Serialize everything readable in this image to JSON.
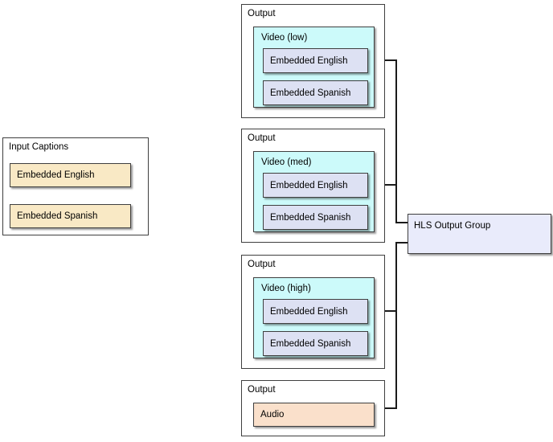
{
  "input_group": {
    "title": "Input Captions",
    "items": [
      "Embedded English",
      "Embedded Spanish"
    ]
  },
  "outputs": [
    {
      "title": "Output",
      "video_label": "Video (low)",
      "captions": [
        "Embedded English",
        "Embedded Spanish"
      ]
    },
    {
      "title": "Output",
      "video_label": "Video (med)",
      "captions": [
        "Embedded English",
        "Embedded Spanish"
      ]
    },
    {
      "title": "Output",
      "video_label": "Video (high)",
      "captions": [
        "Embedded English",
        "Embedded Spanish"
      ]
    },
    {
      "title": "Output",
      "audio_label": "Audio"
    }
  ],
  "hls": {
    "label": "HLS Output Group"
  },
  "colors": {
    "canvas_bg": "#ffffff",
    "outer_fill": "#ffffff",
    "box_border": "#3f3f3f",
    "caption_input_fill": "#f9e9c5",
    "video_fill": "#ccfafa",
    "caption_output_fill": "#dde1f3",
    "audio_fill": "#fae0cb",
    "hls_fill": "#e9ebfb",
    "line": "#1a1a1a"
  }
}
